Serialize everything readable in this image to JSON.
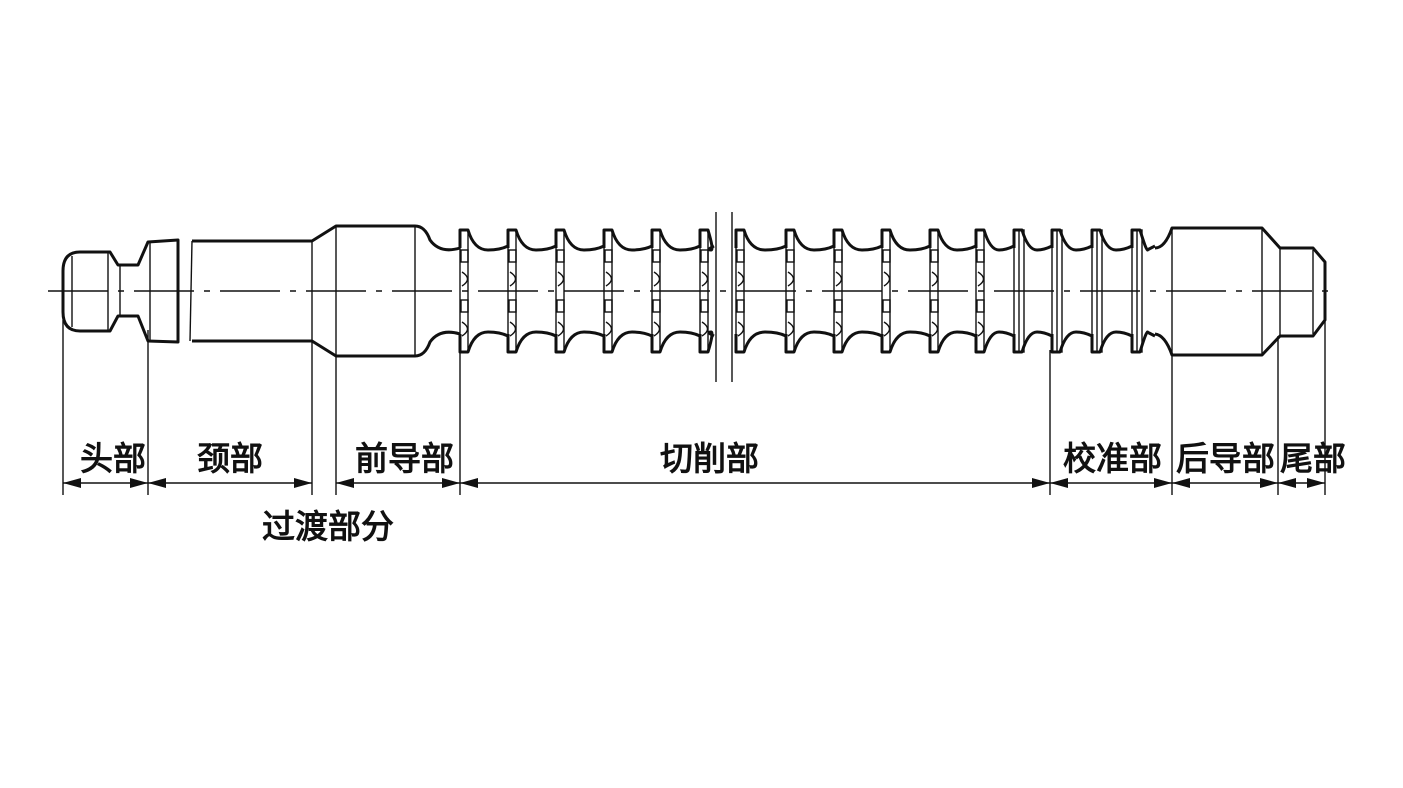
{
  "title": "拉刀结构",
  "labels": {
    "head": "头部",
    "neck": "颈部",
    "transition": "过渡部分",
    "front_guide": "前导部",
    "cutting": "切削部",
    "calibration": "校准部",
    "rear_guide": "后导部",
    "tail": "尾部"
  }
}
